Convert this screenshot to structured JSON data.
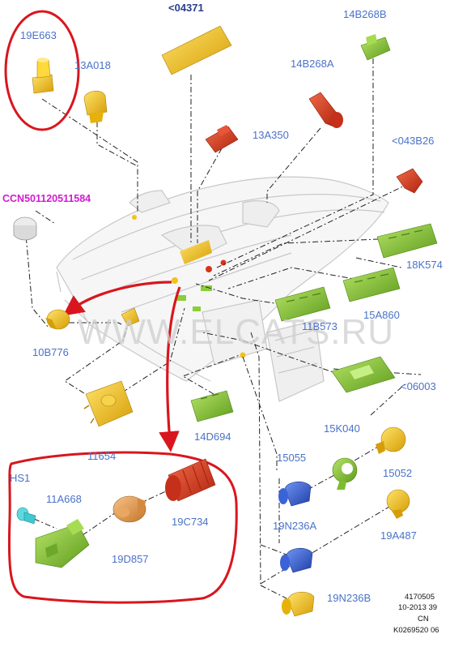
{
  "labels": {
    "p19E663": "19E663",
    "p04371": "<04371",
    "p14B268B": "14B268B",
    "p13A018": "13A018",
    "p14B268A": "14B268A",
    "p13A350": "13A350",
    "p043B26": "<043B26",
    "pCCN": "CCN501120511584",
    "p18K574": "18K574",
    "p15A860": "15A860",
    "p11B573": "11B573",
    "p10B776": "10B776",
    "p06003": "<06003",
    "p11654": "11654",
    "p14D694": "14D694",
    "p15K040": "15K040",
    "p15055": "15055",
    "p15052": "15052",
    "pHS1": "HS1",
    "p11A668": "11A668",
    "p19C734": "19C734",
    "p19D857": "19D857",
    "p19N236A": "19N236A",
    "p19A487": "19A487",
    "p19N236B": "19N236B"
  },
  "footer": {
    "line1": "4170505",
    "line2": "10-2013 39",
    "line3": "CN",
    "line4": "K0269520 06"
  },
  "watermark": "WWW.ELCATS.RU",
  "colors": {
    "label": "#4a72c8",
    "highlight": "#d9161d",
    "yellow": "#f2c21a",
    "green": "#8ccd3a",
    "red": "#d8331c",
    "blue": "#3b63d8",
    "orange": "#e69a52",
    "cyan": "#3ec8cf"
  }
}
